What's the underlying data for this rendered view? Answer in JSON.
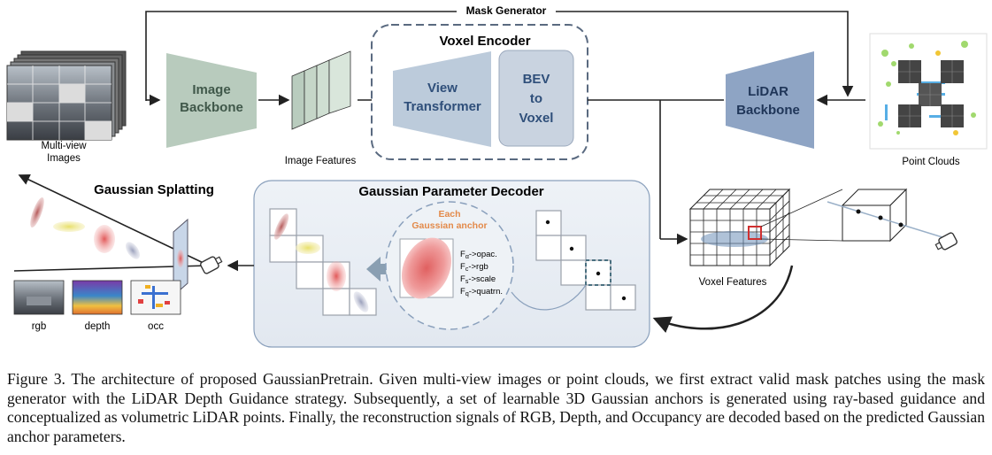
{
  "blocks": {
    "mask_generator": "Mask Generator",
    "voxel_encoder": "Voxel Encoder",
    "image_backbone": [
      "Image",
      "Backbone"
    ],
    "view_transformer": [
      "View",
      "Transformer"
    ],
    "bev_to_voxel": [
      "BEV",
      "to",
      "Voxel"
    ],
    "lidar_backbone": [
      "LiDAR",
      "Backbone"
    ],
    "gaussian_splatting": "Gaussian Splatting",
    "gaussian_parameter_decoder": "Gaussian Parameter Decoder",
    "each_anchor": [
      "Each",
      "Gaussian anchor"
    ],
    "params": [
      {
        "sub": "α",
        "rest": "->opac."
      },
      {
        "sub": "c",
        "rest": "->rgb"
      },
      {
        "sub": "s",
        "rest": "->scale"
      },
      {
        "sub": "q",
        "rest": "->quatrn."
      }
    ]
  },
  "labels": {
    "multi_view_images": [
      "Multi-view",
      "Images"
    ],
    "image_features": "Image Features",
    "point_clouds": "Point Clouds",
    "voxel_features": "Voxel Features",
    "outputs": [
      "rgb",
      "depth",
      "occ"
    ]
  },
  "caption": "Figure 3. The architecture of proposed GaussianPretrain. Given multi-view images or point clouds, we first extract valid mask patches using the mask generator with the LiDAR Depth Guidance strategy. Subsequently, a set of learnable 3D Gaussian anchors is generated using ray-based guidance and conceptualized as volumetric LiDAR points. Finally, the reconstruction signals of RGB, Depth, and Occupancy are decoded based on the predicted Gaussian anchor parameters.",
  "colors": {
    "image_backbone": "#b8cbbd",
    "view_transformer": "#bccbdb",
    "bev_to_voxel": "#c9d3e0",
    "lidar_backbone": "#8ea4c4",
    "label_blue": "#2f4f7a",
    "label_green": "#40584a",
    "anchor_orange": "#e38a4a"
  }
}
